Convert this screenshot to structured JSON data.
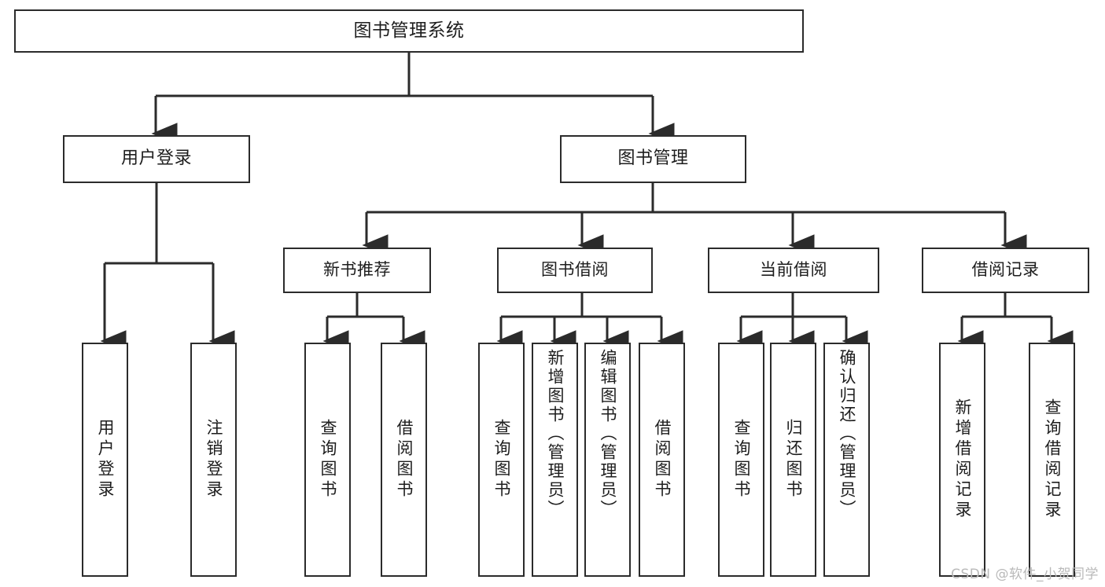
{
  "diagram": {
    "title": "图书管理系统",
    "type": "tree-structure-chart",
    "root": {
      "id": "root",
      "label": "图书管理系统"
    },
    "level1": [
      {
        "id": "user-login",
        "label": "用户登录"
      },
      {
        "id": "book-manage",
        "label": "图书管理"
      }
    ],
    "level2": [
      {
        "id": "new-book-recommend",
        "label": "新书推荐",
        "parent": "book-manage"
      },
      {
        "id": "book-borrow",
        "label": "图书借阅",
        "parent": "book-manage"
      },
      {
        "id": "current-borrow",
        "label": "当前借阅",
        "parent": "book-manage"
      },
      {
        "id": "borrow-record",
        "label": "借阅记录",
        "parent": "book-manage"
      }
    ],
    "leaves": [
      {
        "id": "leaf-user-login",
        "label": "用户登录",
        "parent": "user-login"
      },
      {
        "id": "leaf-user-logout",
        "label": "注销登录",
        "parent": "user-login"
      },
      {
        "id": "leaf-query-book-1",
        "label": "查询图书",
        "parent": "new-book-recommend"
      },
      {
        "id": "leaf-borrow-book-1",
        "label": "借阅图书",
        "parent": "new-book-recommend"
      },
      {
        "id": "leaf-query-book-2",
        "label": "查询图书",
        "parent": "book-borrow"
      },
      {
        "id": "leaf-add-book",
        "label": "新增图书（管理员）",
        "parent": "book-borrow"
      },
      {
        "id": "leaf-edit-book",
        "label": "编辑图书（管理员）",
        "parent": "book-borrow"
      },
      {
        "id": "leaf-borrow-book-2",
        "label": "借阅图书",
        "parent": "book-borrow"
      },
      {
        "id": "leaf-query-book-3",
        "label": "查询图书",
        "parent": "current-borrow"
      },
      {
        "id": "leaf-return-book",
        "label": "归还图书",
        "parent": "current-borrow"
      },
      {
        "id": "leaf-confirm-return",
        "label": "确认归还（管理员）",
        "parent": "current-borrow"
      },
      {
        "id": "leaf-add-record",
        "label": "新增借阅记录",
        "parent": "borrow-record"
      },
      {
        "id": "leaf-query-record",
        "label": "查询借阅记录",
        "parent": "borrow-record"
      }
    ],
    "colors": {
      "border": "#2b2b2b",
      "text": "#1d1d1d",
      "background": "#ffffff",
      "watermark": "#b9b9b9"
    }
  },
  "watermark": {
    "text": "CSDN @软件_小贺同学"
  }
}
